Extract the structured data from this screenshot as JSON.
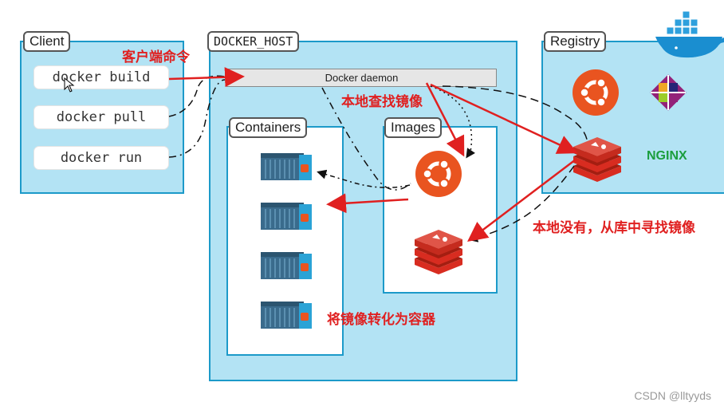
{
  "client": {
    "label": "Client",
    "commands": [
      "docker build",
      "docker pull",
      "docker run"
    ]
  },
  "host": {
    "label": "DOCKER_HOST",
    "daemon": "Docker daemon",
    "containers_label": "Containers",
    "images_label": "Images"
  },
  "registry": {
    "label": "Registry",
    "nginx_text": "NGINX"
  },
  "annotations": {
    "client_command": "客户端命令",
    "local_search": "本地查找镜像",
    "pull_from_registry": "本地没有，从库中寻找镜像",
    "image_to_container": "将镜像转化为容器"
  },
  "watermark": "CSDN @lltyyds",
  "colors": {
    "border": "#1c9ac9",
    "panel": "#b3e3f4",
    "ubuntu": "#e95420",
    "redis": "#d82c20",
    "container": "#3a6b8c",
    "arrow": "#e02020",
    "nginx": "#1b9e3e"
  }
}
